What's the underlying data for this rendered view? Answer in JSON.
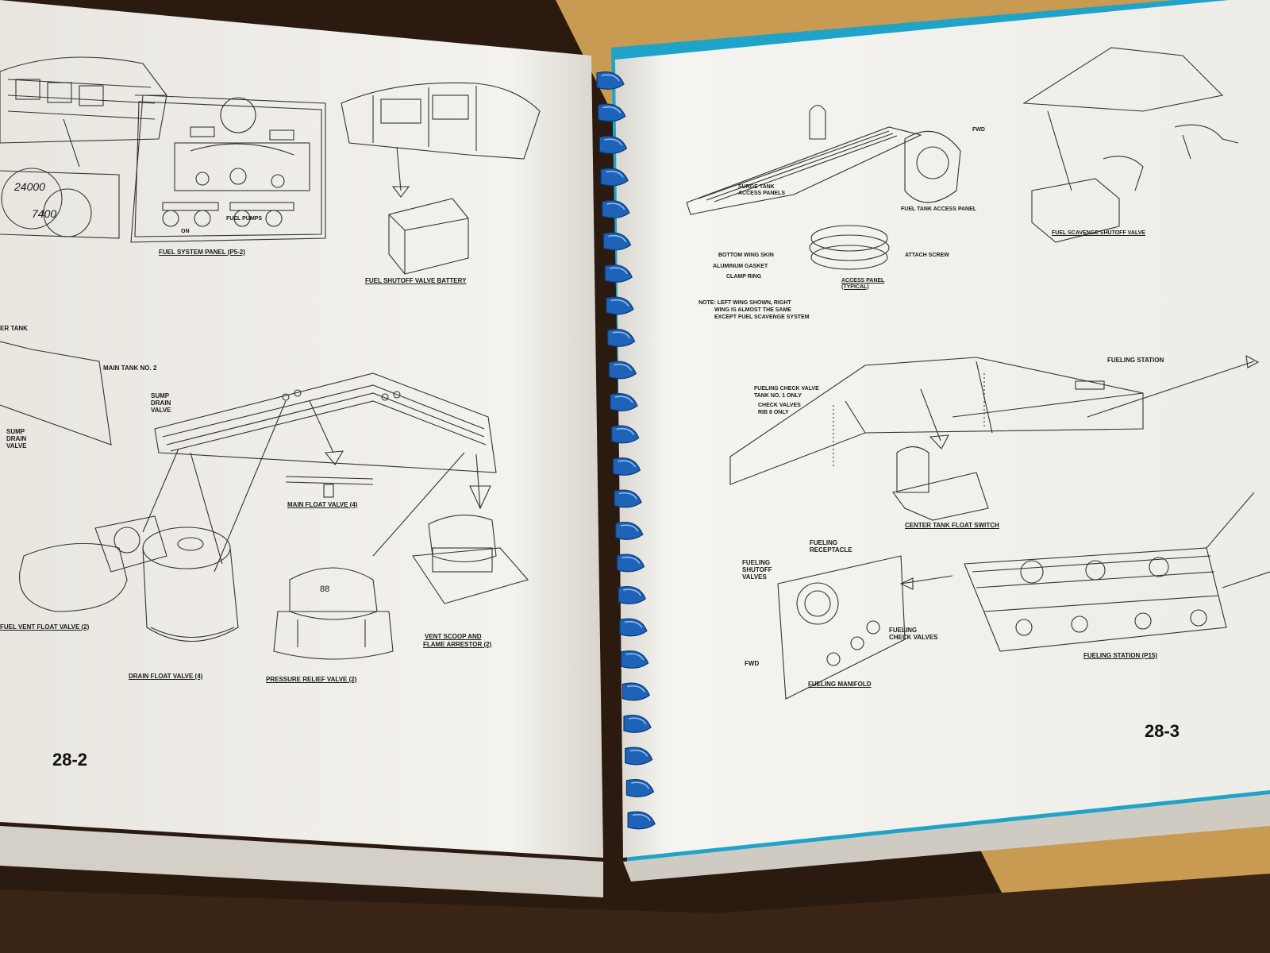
{
  "left_page": {
    "page_number": "28-2",
    "gauge_readings": [
      "24000",
      "7400"
    ],
    "labels": {
      "fuel_system_panel": "FUEL SYSTEM PANEL (P5-2)",
      "fuel_shutoff_valve_battery": "FUEL SHUTOFF VALVE BATTERY",
      "tank_header": "ER TANK",
      "main_tank_no_2": "MAIN TANK NO. 2",
      "sump_drain_valve_a": "SUMP DRAIN VALVE",
      "sump_drain_valve_b": "SUMP DRAIN VALVE",
      "main_float_valve": "MAIN FLOAT VALVE (4)",
      "fuel_vent_float_valve": "FUEL VENT FLOAT VALVE (2)",
      "drain_float_valve": "DRAIN FLOAT VALVE (4)",
      "pressure_relief_valve": "PRESSURE RELIEF VALVE (2)",
      "vent_scoop_line1": "VENT SCOOP AND",
      "vent_scoop_line2": "FLAME ARRESTOR (2)",
      "fuel_pumps": "FUEL PUMPS",
      "pumps_on": "ON",
      "valve_cap_number": "88"
    }
  },
  "right_page": {
    "page_number": "28-3",
    "labels": {
      "surge_tank_panels": "SURGE TANK ACCESS PANELS",
      "fuel_tank_access_panel": "FUEL TANK ACCESS PANEL",
      "bottom_wing_skin": "BOTTOM WING SKIN",
      "aluminum_gasket": "ALUMINUM GASKET",
      "clamp_ring": "CLAMP RING",
      "attach_screw": "ATTACH SCREW",
      "access_panel_typical": "ACCESS PANEL (TYPICAL)",
      "note_line1": "NOTE: LEFT WING SHOWN, RIGHT",
      "note_line2": "WING IS ALMOST THE SAME",
      "note_line3": "EXCEPT FUEL SCAVENGE SYSTEM",
      "fwd_top": "FWD",
      "fuel_scavenge_shutoff_valve": "FUEL SCAVENGE SHUTOFF VALVE",
      "fueling_station_top": "FUELING STATION",
      "fueling_check_valve_line1": "FUELING CHECK VALVE",
      "fueling_check_valve_line2": "TANK NO. 1 ONLY",
      "check_valves_line1": "CHECK VALVES",
      "check_valves_line2": "RIB 8 ONLY",
      "center_tank_float_switch": "CENTER TANK FLOAT SWITCH",
      "fueling_receptacle_line1": "FUELING",
      "fueling_receptacle_line2": "RECEPTACLE",
      "fueling_shutoff_line1": "FUELING",
      "fueling_shutoff_line2": "SHUTOFF",
      "fueling_shutoff_line3": "VALVES",
      "fueling_check_valves_line1": "FUELING",
      "fueling_check_valves_line2": "CHECK VALVES",
      "fwd_bottom": "FWD",
      "fueling_manifold": "FUELING MANIFOLD",
      "fueling_station_p15": "FUELING STATION (P15)"
    }
  },
  "colors": {
    "background": "#2a1a10",
    "paper": "#f4f2ee",
    "spiral_binding": "#1f63b8",
    "cover_blue": "#1fa3c8",
    "desk": "#c89a52"
  }
}
